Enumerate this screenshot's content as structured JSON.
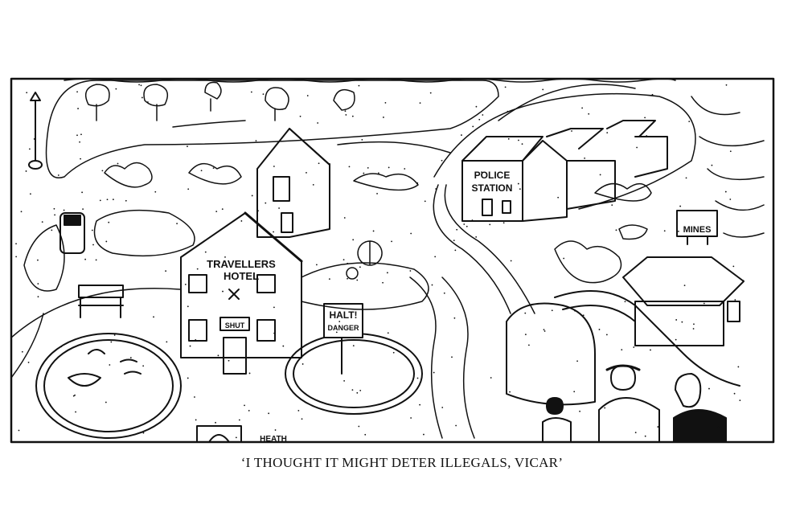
{
  "caption": "‘I THOUGHT IT MIGHT DETER ILLEGALS, VICAR’",
  "signs": {
    "hotel_name_line1": "TRAVELLERS",
    "hotel_name_line2": "HOTEL",
    "hotel_status": "SHUT",
    "police_line1": "POLICE",
    "police_line2": "STATION",
    "halt_line1": "HALT!",
    "halt_line2": "DANGER",
    "mines": "MINES",
    "heath": "HEATH"
  },
  "palette": {
    "ink": "#111111",
    "paper": "#ffffff"
  }
}
